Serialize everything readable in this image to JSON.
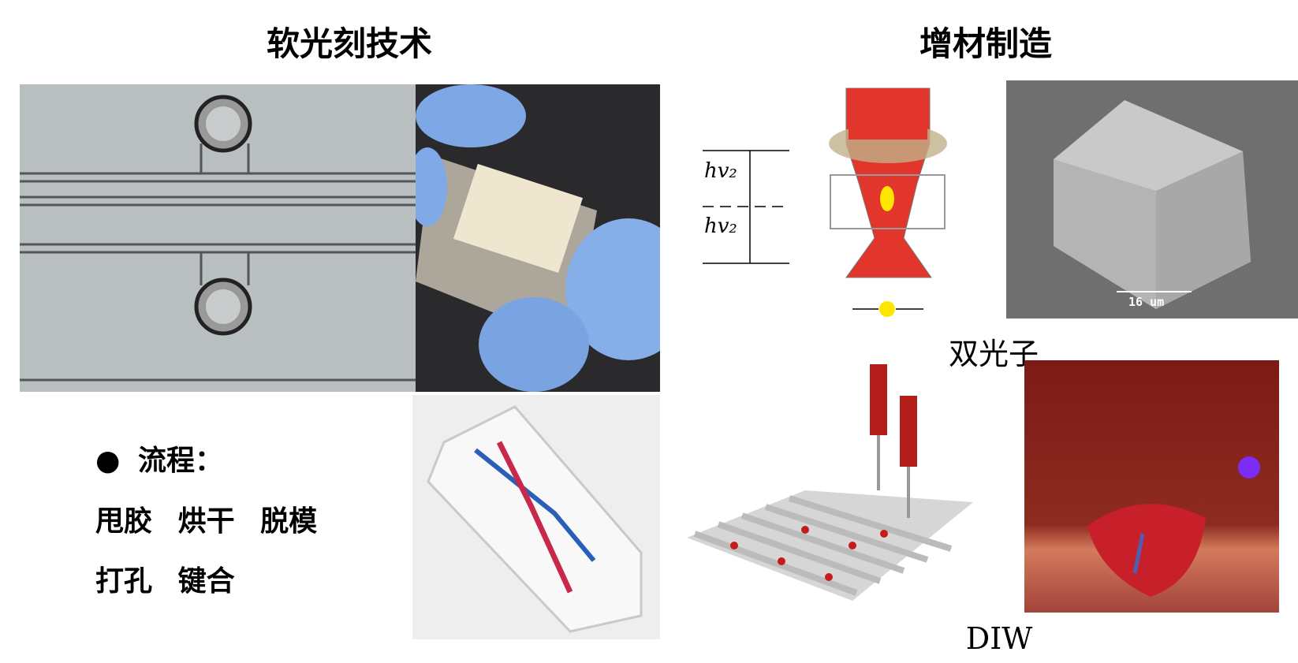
{
  "left": {
    "title": "软光刻技术",
    "process_label": "流程：",
    "steps_line1": [
      "甩胶",
      "烘干",
      "脱模"
    ],
    "steps_line2": [
      "打孔",
      "键合"
    ]
  },
  "right": {
    "title": "增材制造",
    "two_photon_caption": "双光子",
    "diagram_label_top": "hv₂",
    "diagram_label_bottom": "hv₂",
    "scale_bar": "16 um",
    "diw_caption": "DIW"
  },
  "colors": {
    "cursor": "#7b2cf5",
    "beam": "#e2352b"
  }
}
